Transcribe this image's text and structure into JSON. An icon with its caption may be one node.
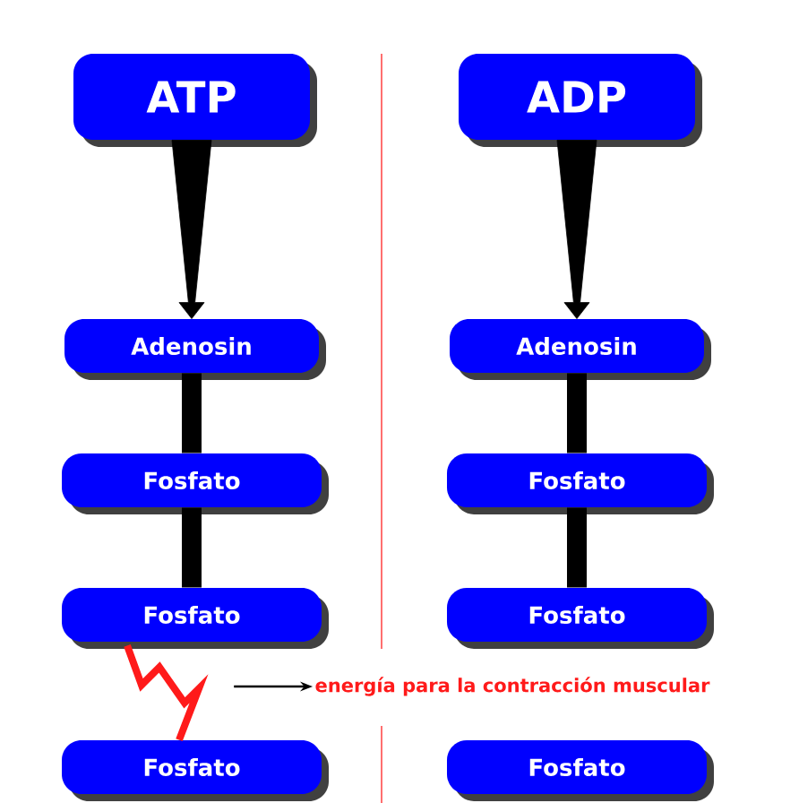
{
  "diagram": {
    "nodes": [
      {
        "text": [
          "ATP"
        ]
      },
      {
        "text": [
          "Adenosin"
        ]
      },
      {
        "text": [
          "Fosfato"
        ]
      },
      {
        "text": [
          "Fosfato"
        ]
      },
      {
        "text": [
          "ADP"
        ]
      },
      {
        "text": [
          "Adenosin"
        ]
      },
      {
        "text": [
          "Fosfato"
        ]
      },
      {
        "text": [
          "Fosfato"
        ]
      },
      {
        "text": [
          "energía para la contracción muscular"
        ]
      },
      {
        "text": [
          "Fosfato"
        ]
      },
      {
        "text": [
          "Fosfato"
        ]
      }
    ],
    "edges": [
      {
        "from": 0,
        "to": 1,
        "arrow": "to"
      },
      {
        "from": 1,
        "to": 2,
        "arrow": "none"
      },
      {
        "from": 2,
        "to": 3,
        "arrow": "none"
      },
      {
        "from": 4,
        "to": 5,
        "arrow": "to"
      },
      {
        "from": 5,
        "to": 6,
        "arrow": "none"
      },
      {
        "from": 6,
        "to": 7,
        "arrow": "none"
      },
      {
        "from": 3,
        "to": 9,
        "arrow": "none",
        "color": "#ff1a1a"
      },
      {
        "from": null,
        "to": 8,
        "arrow": "to"
      }
    ]
  }
}
